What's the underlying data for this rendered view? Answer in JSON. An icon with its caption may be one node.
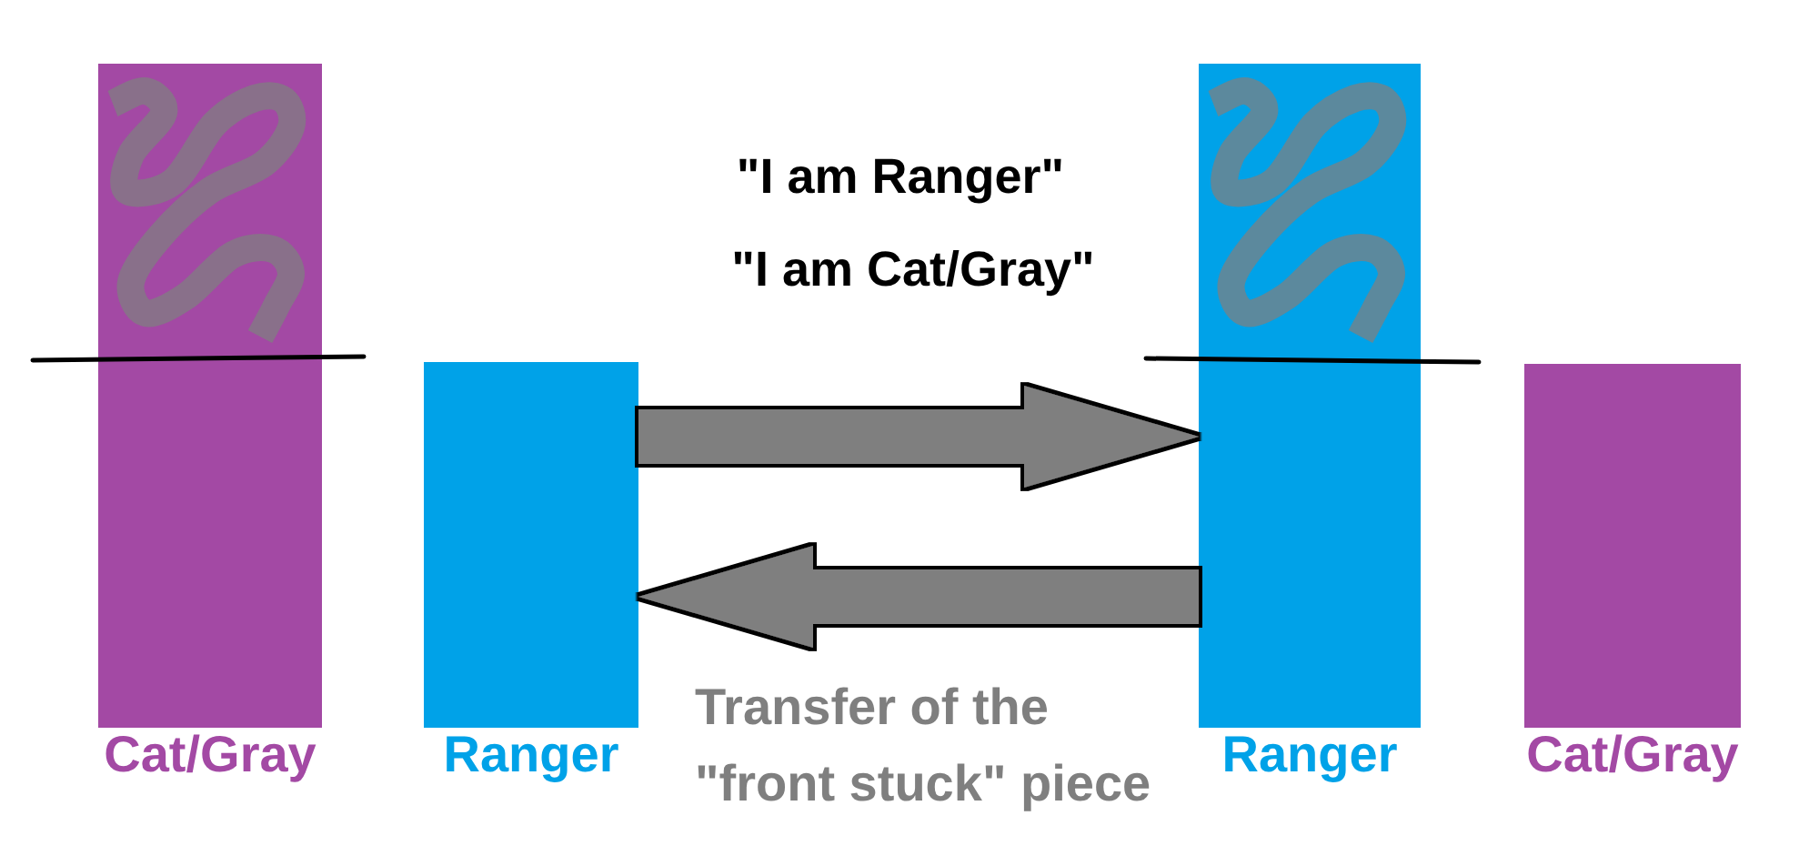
{
  "diagram": {
    "nodes": [
      {
        "text": [],
        "shape": "bar",
        "beside": [
          "Cat/Gray"
        ]
      },
      {
        "text": [],
        "shape": "bar",
        "beside": [
          "Ranger"
        ]
      },
      {
        "text": [],
        "shape": "bar",
        "beside": [
          "Ranger"
        ]
      },
      {
        "text": [],
        "shape": "bar",
        "beside": [
          "Cat/Gray"
        ]
      }
    ],
    "edges": [
      {
        "from": 1,
        "to": 2,
        "arrow": "to"
      },
      {
        "from": 2,
        "to": 1,
        "arrow": "to"
      }
    ],
    "labels": [
      "\"I am Ranger\"",
      "\"I am Cat/Gray\"",
      "Transfer of the \"front stuck\" piece"
    ]
  }
}
